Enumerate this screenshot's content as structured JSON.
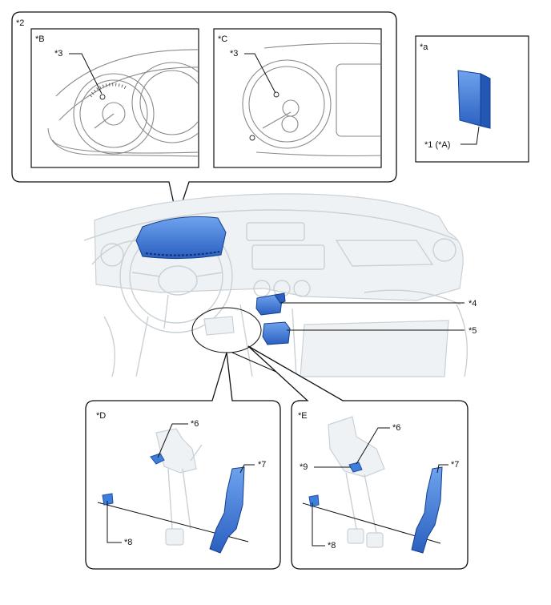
{
  "labels": {
    "l2": "*2",
    "lB": "*B",
    "lC": "*C",
    "l3b": "*3",
    "l3c": "*3",
    "la": "*a",
    "l1": "*1 (*A)",
    "l4": "*4",
    "l5": "*5",
    "lD": "*D",
    "lE": "*E",
    "l6d": "*6",
    "l6e": "*6",
    "l7d": "*7",
    "l7e": "*7",
    "l8d": "*8",
    "l8e": "*8",
    "l9": "*9"
  },
  "colors": {
    "part_highlight": "#3f7fdc",
    "background_line": "#c9d1d6",
    "outline": "#111111"
  }
}
